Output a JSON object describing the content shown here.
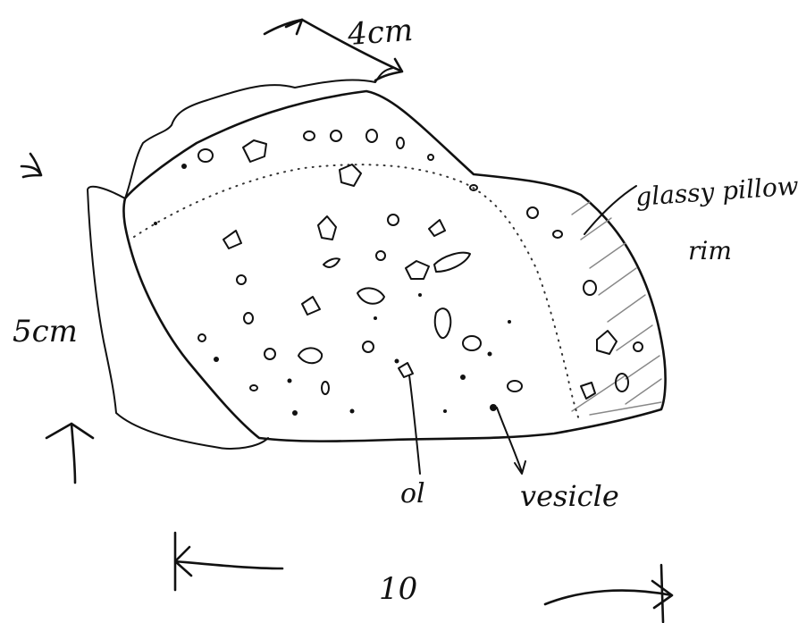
{
  "labels": {
    "thickness": "4cm",
    "height": "5cm",
    "width": "10",
    "rim_line1": "glassy pillow",
    "rim_line2": "rim",
    "olivine": "ol",
    "vesicle": "vesicle"
  }
}
